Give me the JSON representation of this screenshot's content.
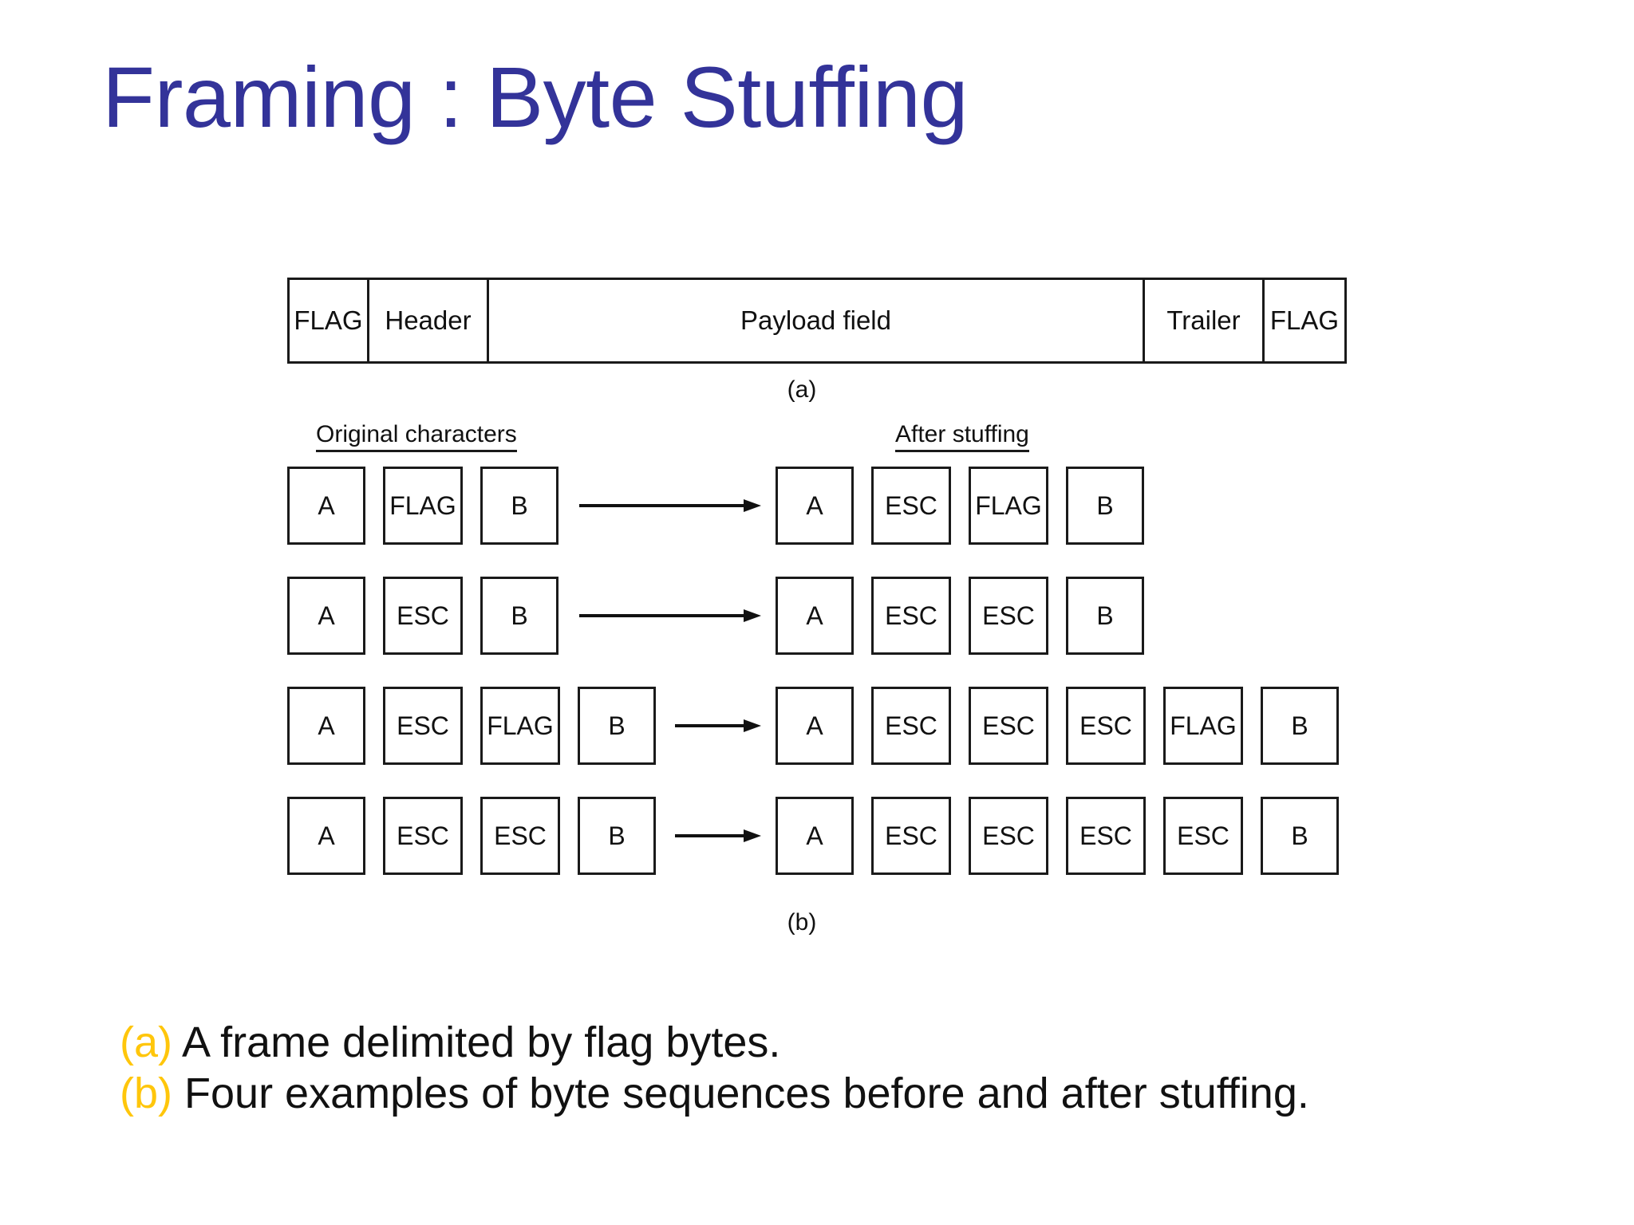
{
  "slide": {
    "title": "Framing : Byte Stuffing",
    "title_color": "#333399",
    "background": "#ffffff"
  },
  "figure_a": {
    "label": "(a)",
    "cells": [
      {
        "text": "FLAG"
      },
      {
        "text": "Header"
      },
      {
        "text": "Payload field"
      },
      {
        "text": "Trailer"
      },
      {
        "text": "FLAG"
      }
    ]
  },
  "figure_b": {
    "label": "(b)",
    "headings": {
      "left": "Original characters",
      "right": "After stuffing"
    },
    "arrow_icon": "right-arrow-icon",
    "rows": [
      {
        "original": [
          "A",
          "FLAG",
          "B"
        ],
        "stuffed": [
          "A",
          "ESC",
          "FLAG",
          "B"
        ]
      },
      {
        "original": [
          "A",
          "ESC",
          "B"
        ],
        "stuffed": [
          "A",
          "ESC",
          "ESC",
          "B"
        ]
      },
      {
        "original": [
          "A",
          "ESC",
          "FLAG",
          "B"
        ],
        "stuffed": [
          "A",
          "ESC",
          "ESC",
          "ESC",
          "FLAG",
          "B"
        ]
      },
      {
        "original": [
          "A",
          "ESC",
          "ESC",
          "B"
        ],
        "stuffed": [
          "A",
          "ESC",
          "ESC",
          "ESC",
          "ESC",
          "B"
        ]
      }
    ]
  },
  "captions": {
    "tag_color": "#FFC60B",
    "lines": [
      {
        "tag": "(a)",
        "text": "A frame delimited by flag bytes."
      },
      {
        "tag": "(b)",
        "text": "Four examples of byte sequences before and after stuffing."
      }
    ]
  }
}
